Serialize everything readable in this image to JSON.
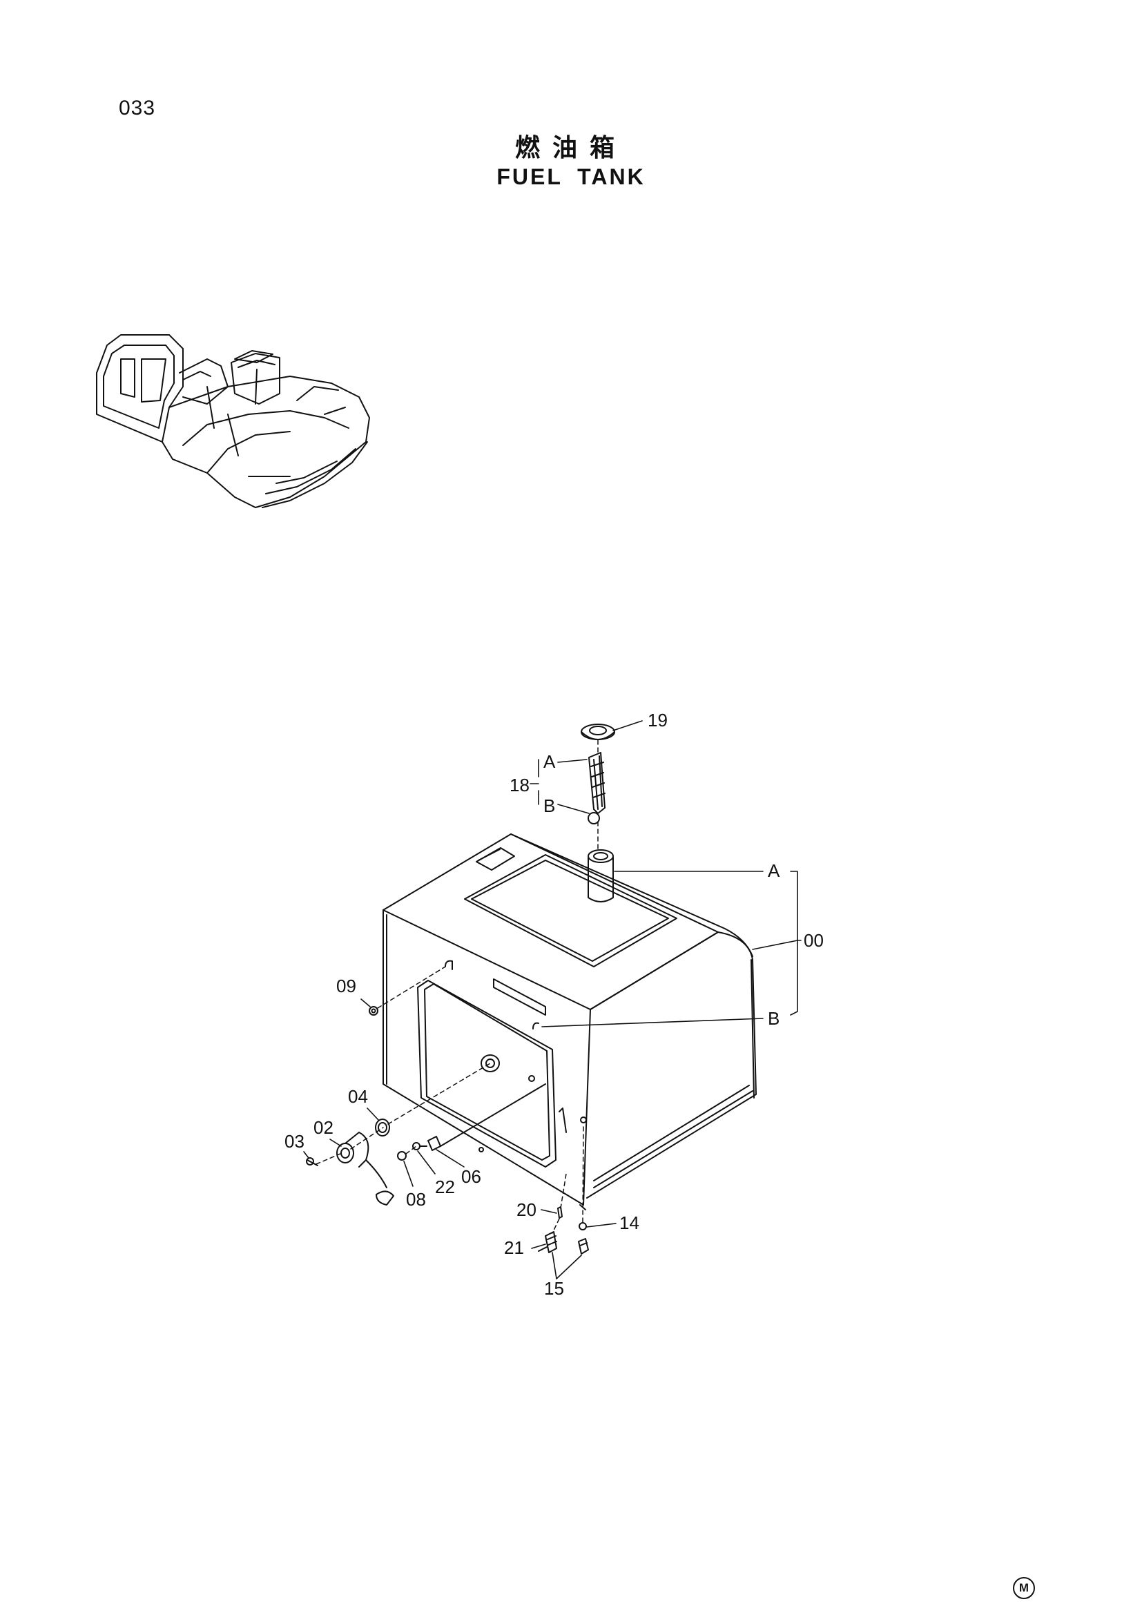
{
  "page": {
    "number": "033",
    "title_cn": "燃油箱",
    "title_en": "FUEL TANK",
    "mark": "M"
  },
  "callouts": {
    "c00": "00",
    "c02": "02",
    "c03": "03",
    "c04": "04",
    "c06": "06",
    "c08": "08",
    "c09": "09",
    "c14": "14",
    "c15": "15",
    "c18": "18",
    "c19": "19",
    "c20": "20",
    "c21": "21",
    "c22": "22",
    "ref_a_top": "A",
    "ref_b_top": "B",
    "ref_a_right": "A",
    "ref_b_right": "B"
  }
}
